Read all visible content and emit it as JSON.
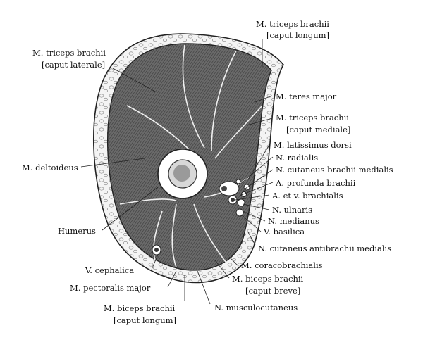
{
  "labels": {
    "triceps_longum_1": "M. triceps brachii",
    "triceps_longum_2": "[caput longum]",
    "triceps_laterale_1": "M. triceps brachii",
    "triceps_laterale_2": "[caput laterale]",
    "teres_major": "M. teres major",
    "triceps_mediale_1": "M. triceps brachii",
    "triceps_mediale_2": "[caput mediale]",
    "latissimus": "M. latissimus dorsi",
    "radialis": "N. radialis",
    "cutaneus_brachii": "N. cutaneus brachii medialis",
    "profunda": "A. profunda brachii",
    "brachialis_vessels": "A. et v. brachialis",
    "ulnaris": "N. ulnaris",
    "deltoideus": "M. deltoideus",
    "medianus": "N. medianus",
    "basilica": "V. basilica",
    "humerus": "Humerus",
    "antibrachii": "N. cutaneus antibrachii medialis",
    "coracobrachialis": "M. coracobrachialis",
    "cephalica": "V. cephalica",
    "biceps_breve_1": "M. biceps brachii",
    "biceps_breve_2": "[caput breve]",
    "pectoralis": "M. pectoralis major",
    "biceps_longum_1": "M. biceps brachii",
    "biceps_longum_2": "[caput longum]",
    "musculocutaneus": "N. musculocutaneus"
  }
}
